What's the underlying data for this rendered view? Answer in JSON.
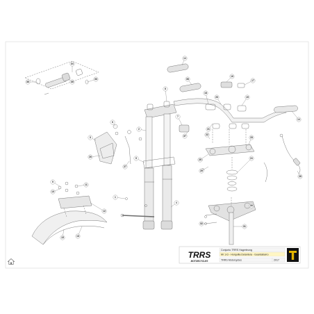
{
  "title_block": {
    "line1": "Conjunto TRRS Hagerteung",
    "line2": "Mr 1-D - Horquilla Delantera - Guardabarro",
    "line3": "TRRS Motorcycles",
    "year": "2017"
  },
  "logo": {
    "text_main": "TRRS",
    "text_sub": "MOTORCYCLES"
  },
  "callouts": [
    {
      "id": "c14a",
      "label": "14"
    },
    {
      "id": "c14b",
      "label": "14"
    },
    {
      "id": "c6",
      "label": "6"
    },
    {
      "id": "c3",
      "label": "3"
    },
    {
      "id": "c7",
      "label": "7"
    },
    {
      "id": "c26",
      "label": "26"
    },
    {
      "id": "c2",
      "label": "2"
    },
    {
      "id": "c27",
      "label": "27"
    },
    {
      "id": "c22",
      "label": "22"
    },
    {
      "id": "c23",
      "label": "23"
    },
    {
      "id": "c24",
      "label": "24"
    },
    {
      "id": "c28",
      "label": "28"
    },
    {
      "id": "c9",
      "label": "9"
    },
    {
      "id": "c10",
      "label": "10"
    },
    {
      "id": "c11",
      "label": "11"
    },
    {
      "id": "c12",
      "label": "12"
    },
    {
      "id": "c13",
      "label": "13"
    },
    {
      "id": "c15",
      "label": "15"
    },
    {
      "id": "c1",
      "label": "1"
    },
    {
      "id": "c5",
      "label": "5"
    },
    {
      "id": "c4",
      "label": "4"
    },
    {
      "id": "c8",
      "label": "8"
    },
    {
      "id": "c16",
      "label": "16"
    },
    {
      "id": "c17",
      "label": "17"
    },
    {
      "id": "c18",
      "label": "18"
    },
    {
      "id": "c19",
      "label": "19"
    },
    {
      "id": "c20",
      "label": "20"
    },
    {
      "id": "c21",
      "label": "21"
    },
    {
      "id": "c25",
      "label": "25"
    },
    {
      "id": "c29",
      "label": "29"
    },
    {
      "id": "c30",
      "label": "30"
    },
    {
      "id": "c31",
      "label": "31"
    },
    {
      "id": "c32",
      "label": "32"
    },
    {
      "id": "c33",
      "label": "33"
    },
    {
      "id": "c34",
      "label": "34"
    },
    {
      "id": "c35",
      "label": "35"
    },
    {
      "id": "c36",
      "label": "36"
    },
    {
      "id": "c37",
      "label": "37"
    },
    {
      "id": "c38",
      "label": "38"
    }
  ],
  "icons": {
    "home": "home-icon"
  },
  "colors": {
    "logo_bg": "#111111",
    "logo_accent": "#e2b400",
    "line": "#6a6a6a"
  }
}
